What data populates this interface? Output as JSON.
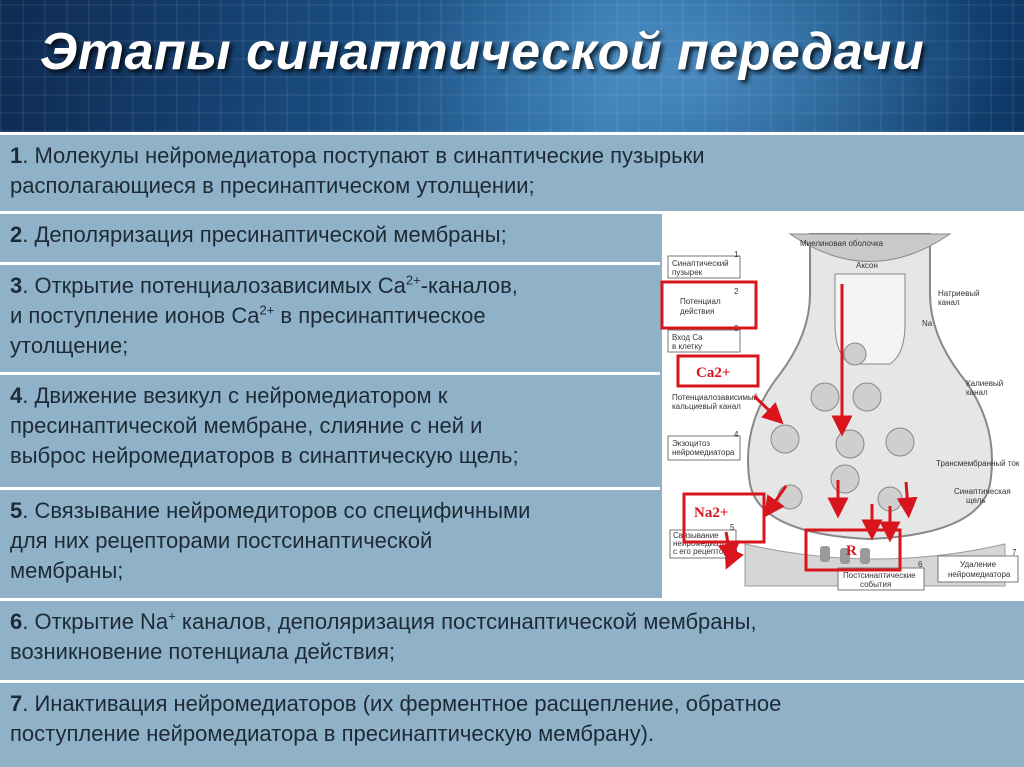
{
  "title": "Этапы синаптической передачи",
  "steps": [
    {
      "num": "1",
      "line1": ". Молекулы нейромедиатора поступают в синаптические пузырьки",
      "line2": "располагающиеся в пресинаптическом утолщении;"
    },
    {
      "num": "2",
      "line1": ". Деполяризация пресинаптической мембраны;"
    },
    {
      "num": "3",
      "line1a": ". Открытие потенциалозависимых Ca",
      "sup1": "2+",
      "line1b": "-каналов,",
      "line2a": "и поступление ионов Ca",
      "sup2": "2+",
      "line2b": " в пресинаптическое",
      "line3": "утолщение;"
    },
    {
      "num": "4",
      "line1": ". Движение везикул с нейромедиатором к",
      "line2": "пресинаптической мембране, слияние с ней и",
      "line3": "выброс нейромедиаторов в синаптическую щель;"
    },
    {
      "num": "5",
      "line1": ". Связывание нейромедиторов со специфичными",
      "line2": "для них рецепторами постсинаптической",
      "line3": "мембраны;"
    },
    {
      "num": "6",
      "line1a": ". Открытие Na",
      "sup1": "+",
      "line1b": " каналов, деполяризация постсинаптической мембраны,",
      "line2": "возникновение потенциала действия;"
    },
    {
      "num": "7",
      "line1": ". Инактивация нейромедиаторов (их ферментное расщепление, обратное",
      "line2": "поступление нейромедиатора в пресинаптическую мембрану)."
    }
  ],
  "diagram": {
    "labels": {
      "myelin": "Миелиновая оболочка",
      "axon": "Аксон",
      "vesicle_1": "Синаптический",
      "vesicle_2": "пузырек",
      "ap_1": "Потенциал",
      "ap_2": "действия",
      "ca_in_1": "Вход Ca",
      "ca_in_2": "в клетку",
      "na_channel_1": "Натриевый",
      "na_channel_2": "канал",
      "na_ion": "Na",
      "ca_channel_1": "Потенциалозависимый",
      "ca_channel_2": "кальциевый канал",
      "k_channel_1": "Калиевый",
      "k_channel_2": "канал",
      "exo_1": "Экзоцитоз",
      "exo_2": "нейромедиатора",
      "transmembrane": "Трансмембранный ток",
      "cleft_1": "Синаптическая",
      "cleft_2": "щель",
      "bind_1": "Связывание",
      "bind_2": "нейромедиатора",
      "bind_3": "с его рецептором",
      "post_1": "Постсинаптические",
      "post_2": "события",
      "removal_1": "Удаление",
      "removal_2": "нейромедиатора",
      "n1": "1",
      "n2": "2",
      "n3": "3",
      "n4": "4",
      "n5": "5",
      "n6": "6",
      "n7": "7"
    },
    "annotations": {
      "ca": "Ca2+",
      "na": "Na2+",
      "r": "R"
    },
    "colors": {
      "highlight": "#d8141c",
      "background": "#ffffff"
    }
  }
}
